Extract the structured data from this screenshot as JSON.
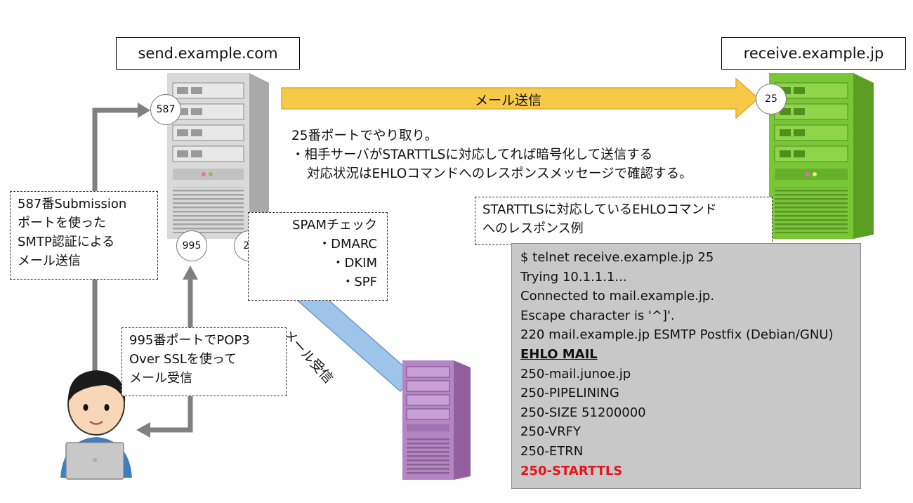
{
  "hosts": {
    "send": "send.example.com",
    "receive": "receive.example.jp"
  },
  "ports": {
    "submission": "587",
    "pop3s": "995",
    "smtp_in": "25",
    "smtp_receive": "25"
  },
  "arrows": {
    "send_label": "メール送信",
    "receive_label": "メール受信"
  },
  "notes": {
    "smtp": {
      "heading": "25番ポートでやり取り。",
      "line1": "・相手サーバがSTARTTLSに対応してれば暗号化して送信する",
      "line2": "対応状況はEHLOコマンドへのレスポンスメッセージで確認する。"
    },
    "submission": [
      "587番Submission",
      "ポートを使った",
      "SMTP認証による",
      "メール送信"
    ],
    "pop3": [
      "995番ポートでPOP3",
      "Over SSLを使って",
      "メール受信"
    ],
    "spam": [
      "SPAMチェック",
      "・DMARC",
      "・DKIM",
      "・SPF"
    ],
    "example": [
      "STARTTLSに対応しているEHLOコマンド",
      "へのレスポンス例"
    ]
  },
  "terminal": {
    "lines": [
      "$ telnet receive.example.jp 25",
      "Trying 10.1.1.1...",
      "Connected to mail.example.jp.",
      "Escape character is '^]'.",
      "220 mail.example.jp ESMTP Postfix (Debian/GNU)",
      "EHLO MAIL",
      "250-mail.junoe.jp",
      "250-PIPELINING",
      "250-SIZE 51200000",
      "250-VRFY",
      "250-ETRN",
      "250-STARTTLS"
    ]
  },
  "colors": {
    "send_arrow": "#f7c948",
    "receive_arrow": "#9ec4ea",
    "connector": "#808080",
    "server_send": "#cfcfcf",
    "server_receive": "#6ebc2c",
    "server_spam": "#b07cc0",
    "highlight": "#e4161a"
  }
}
